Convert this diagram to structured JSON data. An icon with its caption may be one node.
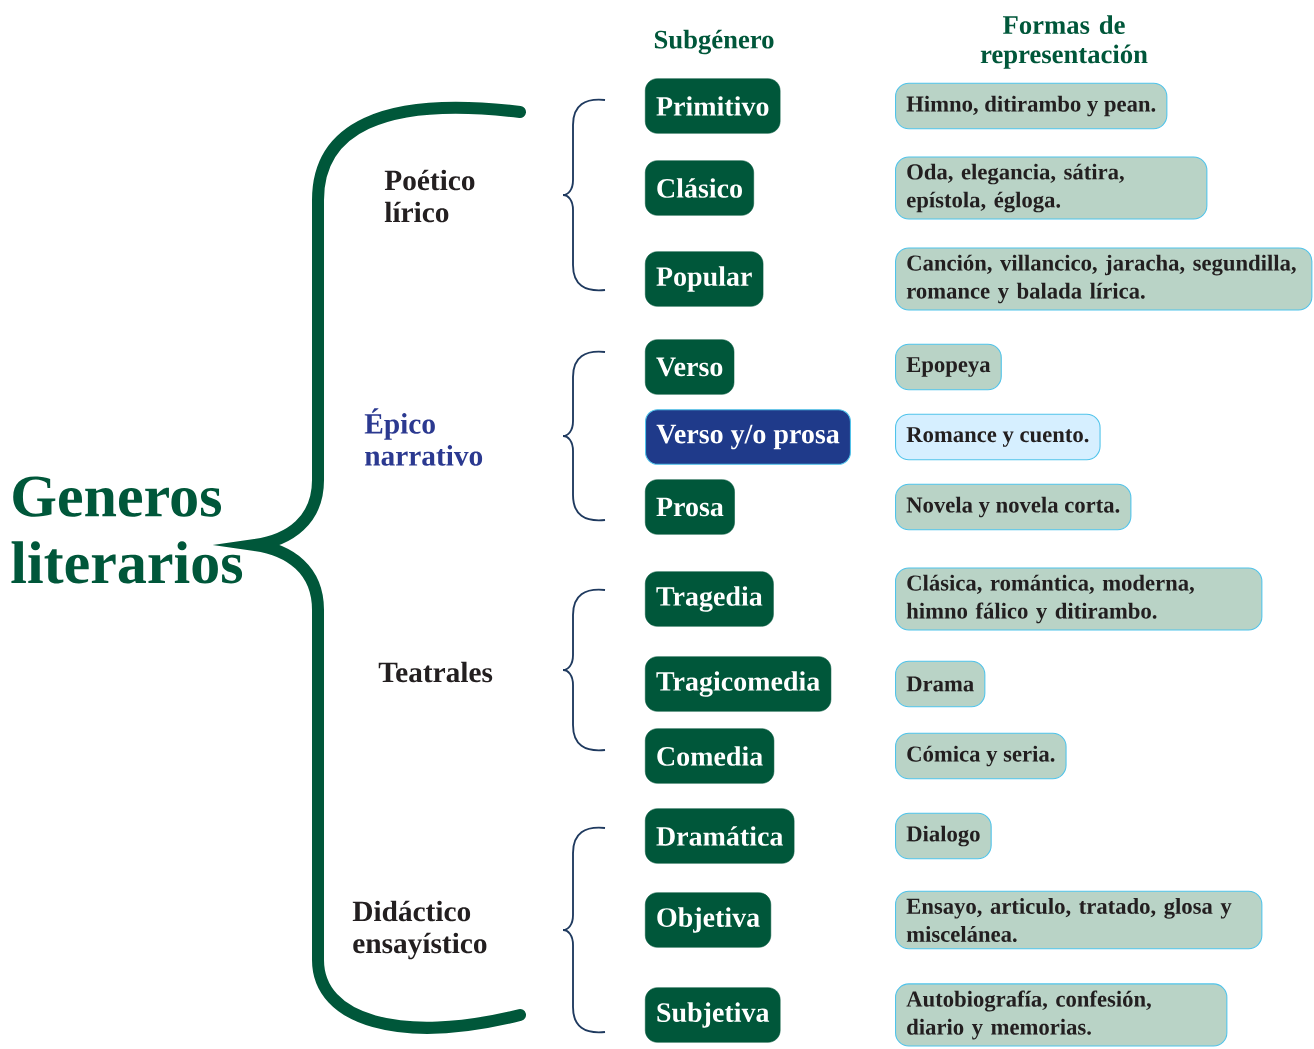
{
  "diagram": {
    "nodes": [
      {
        "text": [
          "Primitivo"
        ]
      },
      {
        "text": [
          "Himno, ditirambo y pean."
        ]
      },
      {
        "text": [
          "Clásico"
        ]
      },
      {
        "text": [
          "Oda, elegancia, sátira, epístola, égloga."
        ]
      },
      {
        "text": [
          "Popular"
        ]
      },
      {
        "text": [
          "Canción, villancico, jaracha, segundilla, romance y balada lírica."
        ]
      },
      {
        "text": [
          "Verso"
        ]
      },
      {
        "text": [
          "Epopeya"
        ]
      },
      {
        "text": [
          "Verso y/o prosa"
        ]
      },
      {
        "text": [
          "Romance y cuento."
        ]
      },
      {
        "text": [
          "Prosa"
        ]
      },
      {
        "text": [
          "Novela y novela corta."
        ]
      },
      {
        "text": [
          "Tragedia"
        ]
      },
      {
        "text": [
          "Clásica, romántica, moderna, himno fálico y ditirambo."
        ]
      },
      {
        "text": [
          "Tragicomedia"
        ]
      },
      {
        "text": [
          "Drama"
        ]
      },
      {
        "text": [
          "Comedia"
        ]
      },
      {
        "text": [
          "Cómica y seria."
        ]
      },
      {
        "text": [
          "Dramática"
        ]
      },
      {
        "text": [
          "Dialogo"
        ]
      },
      {
        "text": [
          "Objetiva"
        ]
      },
      {
        "text": [
          "Ensayo, articulo, tratado, glosa y miscelánea."
        ]
      },
      {
        "text": [
          "Subjetiva"
        ]
      },
      {
        "text": [
          "Autobiografía, confesión, diario y memorias."
        ]
      }
    ],
    "labels": [
      "Subgénero",
      "Formas de representación",
      "Generos literarios",
      "Poético lírico",
      "Épico narrativo",
      "Teatrales",
      "Didáctico ensayístico"
    ]
  }
}
